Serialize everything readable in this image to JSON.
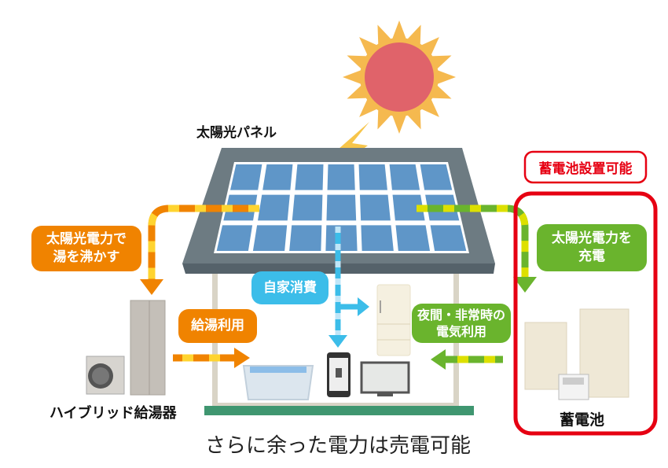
{
  "title_panel": "太陽光パネル",
  "labels": {
    "heat_water": [
      "太陽光電力で",
      "湯を沸かす"
    ],
    "hot_water_use": "給湯利用",
    "self_consumption": "自家消費",
    "charge": [
      "太陽光電力を",
      "充電"
    ],
    "night_use": [
      "夜間・非常時の",
      "電気利用"
    ],
    "battery_possible": "蓄電池設置可能",
    "hybrid_heater": "ハイブリッド給湯器",
    "battery": "蓄電池",
    "sell_power": "さらに余った電力は売電可能"
  },
  "colors": {
    "orange": "#f08300",
    "yellow": "#ffd430",
    "blue": "#3cbde9",
    "green": "#6ab42d",
    "lime": "#dde000",
    "red": "#e60012",
    "sun": "#e0636a",
    "sun_rays": "#f5b94f",
    "roof": "#6d7b82",
    "panel": "#5f96c8",
    "floor": "#3f9670"
  }
}
